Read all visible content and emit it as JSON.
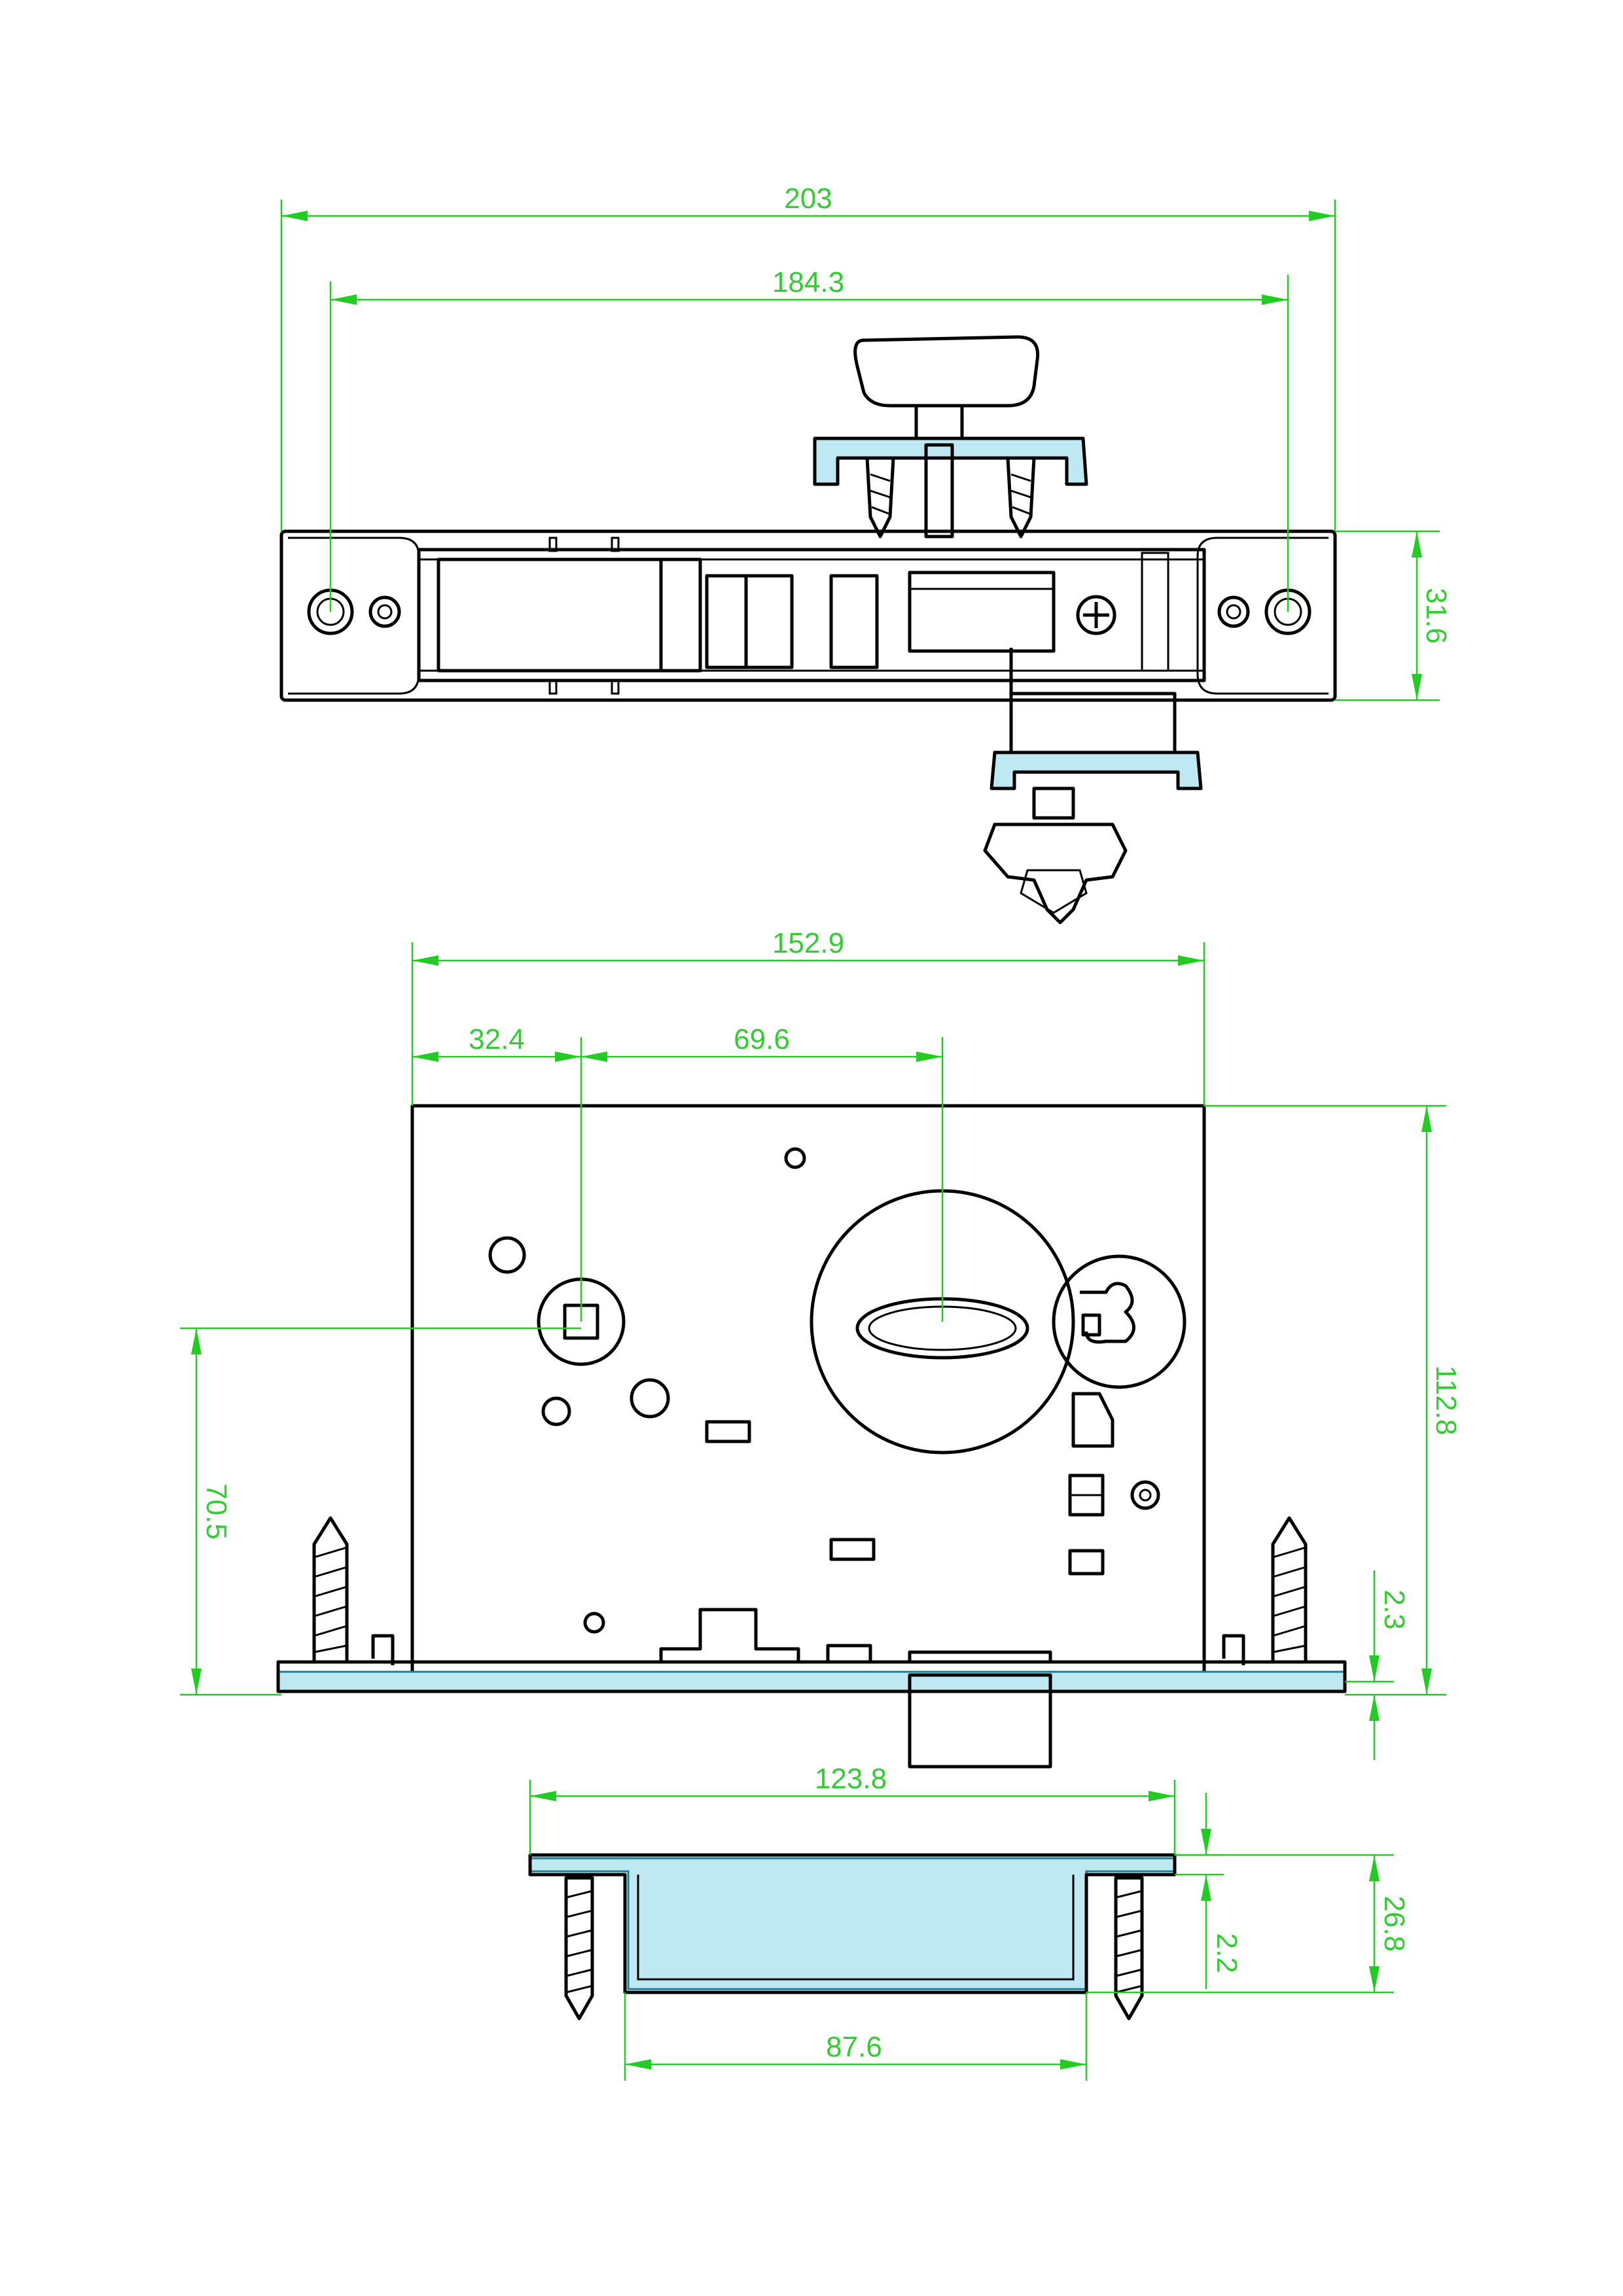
{
  "dimensions": {
    "top_overall_length": "203",
    "top_hole_spacing": "184.3",
    "top_height": "31.6",
    "front_width": "152.9",
    "front_backset": "32.4",
    "front_center_distance": "69.6",
    "front_height": "112.8",
    "front_spindle_height": "70.5",
    "front_faceplate_thickness": "2.3",
    "bottom_strike_length": "123.8",
    "bottom_box_width": "87.6",
    "bottom_plate_thickness": "2.2",
    "bottom_depth": "26.8"
  },
  "colors": {
    "dimension_lines": "#22cc22",
    "section_hatch": "#bfe9f2",
    "outline": "#000000"
  }
}
